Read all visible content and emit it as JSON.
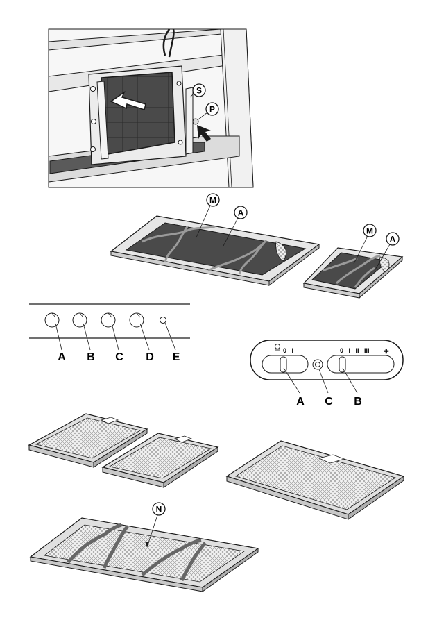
{
  "figure1": {
    "callouts": {
      "S": "S",
      "P": "P"
    }
  },
  "figure2": {
    "large_filter": {
      "M": "M",
      "A": "A"
    },
    "small_filter": {
      "M": "M",
      "A": "A"
    }
  },
  "figure3": {
    "knob_labels": [
      "A",
      "B",
      "C",
      "D",
      "E"
    ]
  },
  "figure4": {
    "light_scale": "0   I",
    "speed_scale": "0   I   II   III",
    "plus_symbol": "✚",
    "labels": {
      "A": "A",
      "C": "C",
      "B": "B"
    }
  },
  "figure5": {
    "callout_N": "N"
  },
  "colors": {
    "line": "#1a1a1a",
    "carbon": "#4a4a4a",
    "metal_light": "#e6e6e6",
    "metal_mid": "#cfcfcf",
    "mesh": "#bdbdbd"
  }
}
